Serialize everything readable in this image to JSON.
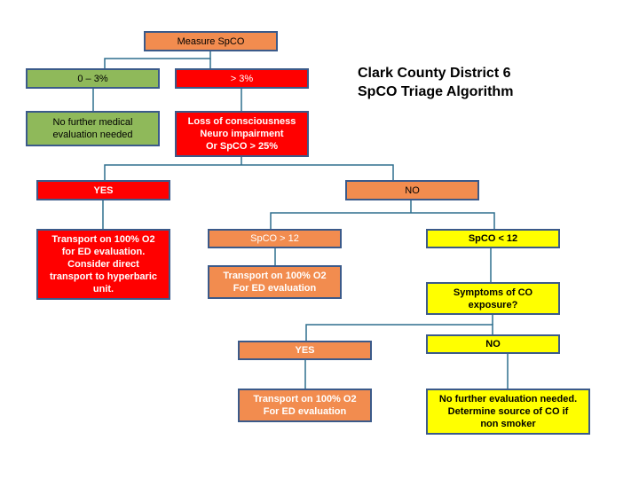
{
  "title": {
    "line1": "Clark County District 6",
    "line2": "SpCO Triage Algorithm"
  },
  "nodes": {
    "measure": "Measure SpCO",
    "low_range": "0 – 3%",
    "high_range": "> 3%",
    "no_further": [
      "No further medical",
      "evaluation needed"
    ],
    "loss": [
      "Loss of consciousness",
      "Neuro impairment",
      "Or SpCO > 25%"
    ],
    "yes_top": "YES",
    "no_top": "NO",
    "transport_hyperbaric": [
      "Transport on 100%  O2",
      "for ED evaluation.",
      "Consider direct",
      "transport to hyperbaric",
      "unit."
    ],
    "spco_ge": "SpCO > 12",
    "spco_lt": "SpCO < 12",
    "transport_mid": [
      "Transport on 100% O2",
      "For ED evaluation"
    ],
    "symptoms": [
      "Symptoms of CO",
      "exposure?"
    ],
    "yes_bottom": "YES",
    "no_bottom": "NO",
    "transport_bottom": [
      "Transport on 100% O2",
      "For ED evaluation"
    ],
    "no_further_eval": [
      "No further evaluation needed.",
      "Determine source of CO if",
      "non smoker"
    ]
  },
  "colors": {
    "orange": "#f28c4f",
    "green": "#8fb95a",
    "red": "#ff0000",
    "yellow": "#ffff00",
    "border": "#3b5a8a",
    "connector": "#2e6f8e"
  }
}
